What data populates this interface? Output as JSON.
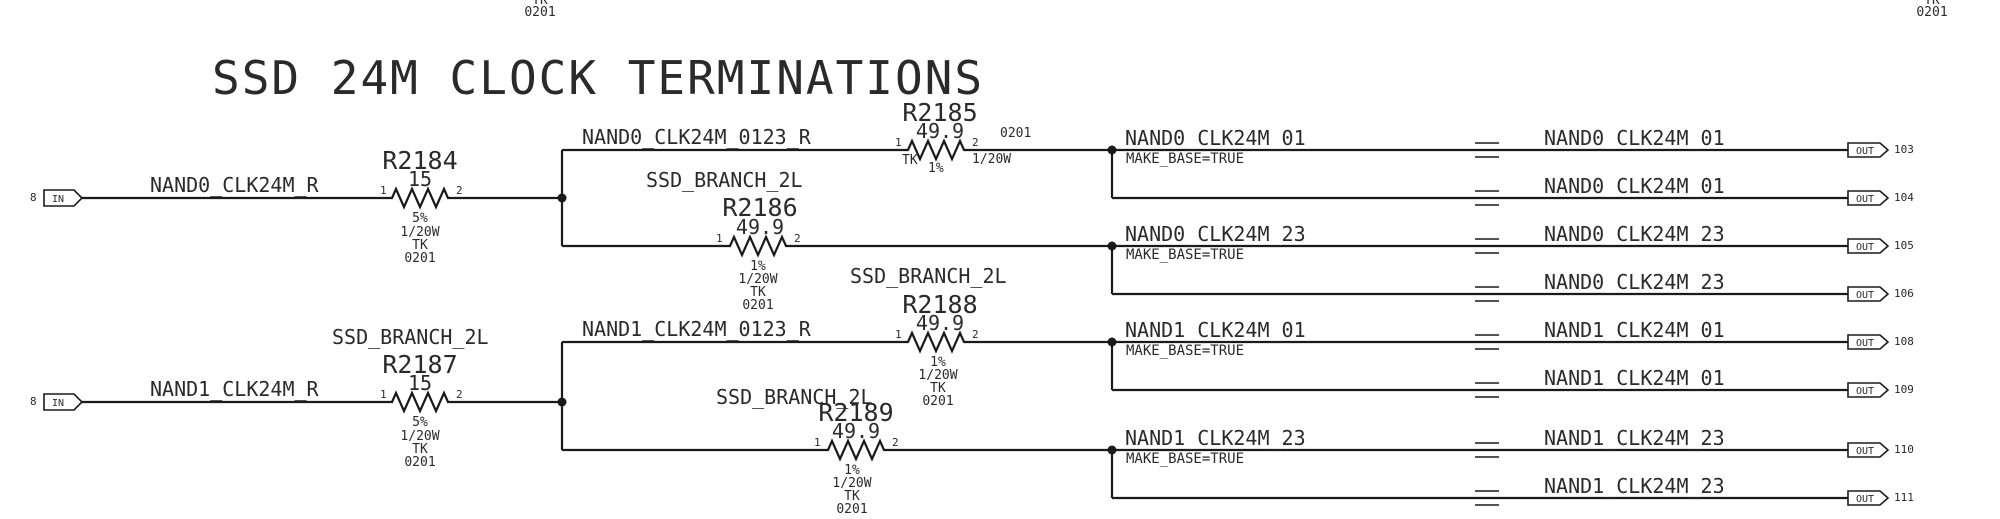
{
  "title": "SSD 24M CLOCK TERMINATIONS",
  "top_fragments": [
    {
      "a": "TK",
      "b": "0201"
    },
    {
      "a": "TK",
      "b": "0201"
    }
  ],
  "inputs": [
    {
      "label": "IN",
      "num": "8"
    },
    {
      "label": "IN",
      "num": "8"
    }
  ],
  "nets": {
    "nand0_in": "NAND0_CLK24M_R",
    "nand1_in": "NAND1_CLK24M_R",
    "nand0_mid": "NAND0_CLK24M_0123_R",
    "nand1_mid": "NAND1_CLK24M_0123_R",
    "nand0_01": "NAND0_CLK24M_01",
    "nand0_23": "NAND0_CLK24M_23",
    "nand1_01": "NAND1_CLK24M_01",
    "nand1_23": "NAND1_CLK24M_23",
    "make_base": "MAKE_BASE=TRUE"
  },
  "branch_label": "SSD_BRANCH_2L",
  "resistors": {
    "r2184": {
      "ref": "R2184",
      "value": "15",
      "tol": "5%",
      "power": "1/20W",
      "grade": "TK",
      "pkg": "0201",
      "p1": "1",
      "p2": "2"
    },
    "r2185": {
      "ref": "R2185",
      "value": "49.9",
      "tol": "1%",
      "power": "1/20W",
      "grade": "TK",
      "pkg": "0201",
      "p1": "1",
      "p2": "2"
    },
    "r2186": {
      "ref": "R2186",
      "value": "49.9",
      "tol": "1%",
      "power": "1/20W",
      "grade": "TK",
      "pkg": "0201",
      "p1": "1",
      "p2": "2"
    },
    "r2187": {
      "ref": "R2187",
      "value": "15",
      "tol": "5%",
      "power": "1/20W",
      "grade": "TK",
      "pkg": "0201",
      "p1": "1",
      "p2": "2"
    },
    "r2188": {
      "ref": "R2188",
      "value": "49.9",
      "tol": "1%",
      "power": "1/20W",
      "grade": "TK",
      "pkg": "0201",
      "p1": "1",
      "p2": "2"
    },
    "r2189": {
      "ref": "R2189",
      "value": "49.9",
      "tol": "1%",
      "power": "1/20W",
      "grade": "TK",
      "pkg": "0201",
      "p1": "1",
      "p2": "2"
    }
  },
  "outputs": [
    {
      "net": "NAND0_CLK24M_01",
      "label": "OUT",
      "num": "103"
    },
    {
      "net": "NAND0_CLK24M_01",
      "label": "OUT",
      "num": "104"
    },
    {
      "net": "NAND0_CLK24M_23",
      "label": "OUT",
      "num": "105"
    },
    {
      "net": "NAND0_CLK24M_23",
      "label": "OUT",
      "num": "106"
    },
    {
      "net": "NAND1_CLK24M_01",
      "label": "OUT",
      "num": "108"
    },
    {
      "net": "NAND1_CLK24M_01",
      "label": "OUT",
      "num": "109"
    },
    {
      "net": "NAND1_CLK24M_23",
      "label": "OUT",
      "num": "110"
    },
    {
      "net": "NAND1_CLK24M_23",
      "label": "OUT",
      "num": "111"
    }
  ]
}
